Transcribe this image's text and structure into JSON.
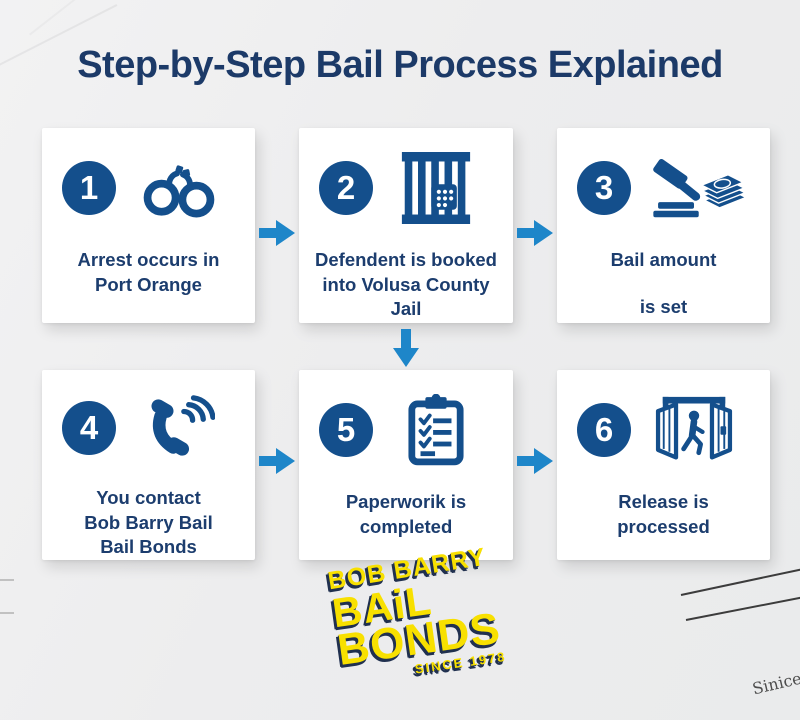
{
  "title": "Step-by-Step Bail Process Explained",
  "steps": [
    {
      "number": "1",
      "icon": "handcuffs-icon",
      "lines": [
        "Arrest occurs in",
        "Port Orange"
      ]
    },
    {
      "number": "2",
      "icon": "jail-bars-icon",
      "lines": [
        "Defendent is booked",
        "into Volusa County",
        "Jail"
      ]
    },
    {
      "number": "3",
      "icon": "gavel-money-icon",
      "lines": [
        "Bail amount",
        "is set"
      ]
    },
    {
      "number": "4",
      "icon": "phone-icon",
      "lines": [
        "You contact",
        "Bob Barry Bail",
        "Bail Bonds"
      ]
    },
    {
      "number": "5",
      "icon": "clipboard-icon",
      "lines": [
        "Paperworik is",
        "completed"
      ]
    },
    {
      "number": "6",
      "icon": "release-gate-icon",
      "lines": [
        "Release is",
        "processed"
      ]
    }
  ],
  "logo": {
    "name": "BOB BARRY",
    "word1": "BAiL",
    "word2": "BONDS",
    "tagline": "SINCE 1978"
  },
  "watermark": "Sinice",
  "colors": {
    "navy": "#144f8c",
    "text_navy": "#1c3d6e",
    "title_navy": "#1c3a68",
    "arrow_blue": "#1e86c9",
    "logo_yellow": "#f8e000",
    "logo_shadow": "#20304f",
    "background": "#ededee",
    "card": "#ffffff"
  }
}
